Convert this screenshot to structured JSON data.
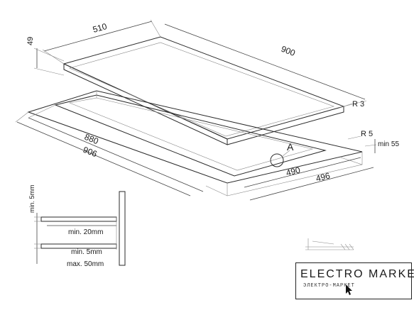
{
  "dimensions": {
    "d510": "510",
    "d900": "900",
    "d49": "49",
    "r3": "R 3",
    "r5": "R 5",
    "min55": "min 55",
    "d880": "880",
    "d906": "906",
    "d490": "490",
    "d496": "496",
    "detail_a": "A"
  },
  "install_detail": {
    "min5mm_top": "min. 5mm",
    "min20mm": "min. 20mm",
    "min5mm": "min. 5mm",
    "max50mm": "max. 50mm"
  },
  "brand": {
    "name": "ELECTRO MARKET",
    "tagline": "ЭЛЕКТРО-МАРКЕТ"
  }
}
